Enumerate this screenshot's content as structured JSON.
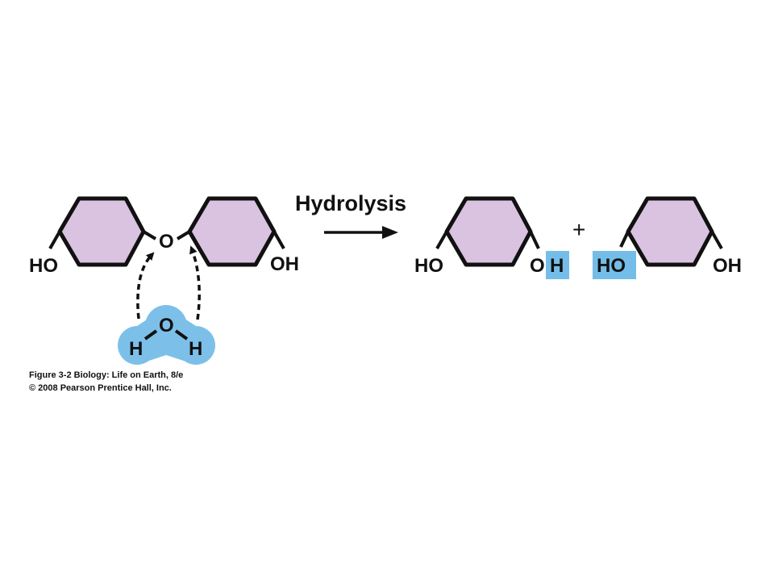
{
  "colors": {
    "ring_fill": "#d9c3e0",
    "ring_stroke": "#111111",
    "water_fill": "#7cc0ea",
    "highlight_fill": "#74bde8",
    "text": "#111111"
  },
  "reactant": {
    "left_ring_label": "HO",
    "bridge_oxygen": "O",
    "right_ring_label": "OH"
  },
  "water": {
    "oxygen": "O",
    "hydrogen_left": "H",
    "hydrogen_right": "H"
  },
  "reaction": {
    "label": "Hydrolysis",
    "plus": "+"
  },
  "products": {
    "first": {
      "left_label": "HO",
      "oxygen": "O",
      "added_hydrogen": "H"
    },
    "second": {
      "added_hydroxyl": "HO",
      "right_label": "OH"
    }
  },
  "caption": {
    "line1": "Figure 3-2  Biology: Life on Earth, 8/e",
    "line2": "© 2008 Pearson Prentice Hall, Inc."
  }
}
